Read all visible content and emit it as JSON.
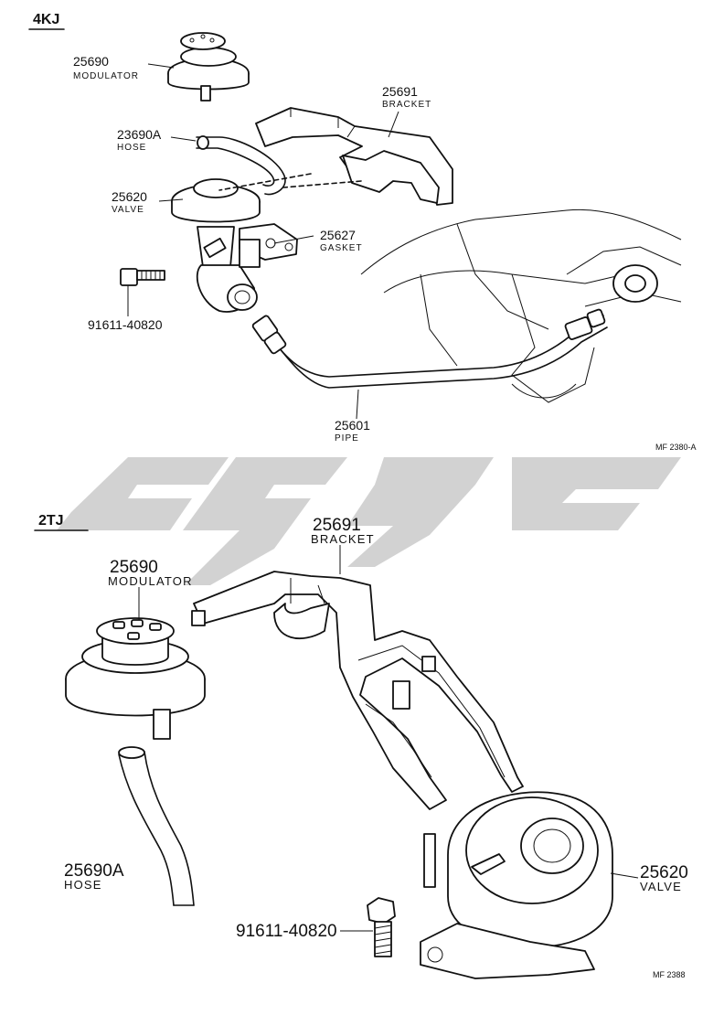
{
  "sections": {
    "upper": {
      "engine_code": "4KJ",
      "ref": "MF 2380-A"
    },
    "lower": {
      "engine_code": "2TJ",
      "ref": "MF 2388"
    }
  },
  "parts_upper": {
    "modulator": {
      "number": "25690",
      "name": "MODULATOR"
    },
    "bracket": {
      "number": "25691",
      "name": "BRACKET"
    },
    "hose": {
      "number": "23690A",
      "name": "HOSE"
    },
    "valve": {
      "number": "25620",
      "name": "VALVE"
    },
    "gasket": {
      "number": "25627",
      "name": "GASKET"
    },
    "bolt": {
      "number": "91611-40820"
    },
    "pipe": {
      "number": "25601",
      "name": "PIPE"
    }
  },
  "parts_lower": {
    "bracket": {
      "number": "25691",
      "name": "BRACKET"
    },
    "modulator": {
      "number": "25690",
      "name": "MODULATOR"
    },
    "hose": {
      "number": "25690A",
      "name": "HOSE"
    },
    "valve": {
      "number": "25620",
      "name": "VALVE"
    },
    "bolt": {
      "number": "91611-40820"
    }
  },
  "colors": {
    "ink": "#111111",
    "watermark": "#8a8a8a",
    "background": "#ffffff"
  }
}
